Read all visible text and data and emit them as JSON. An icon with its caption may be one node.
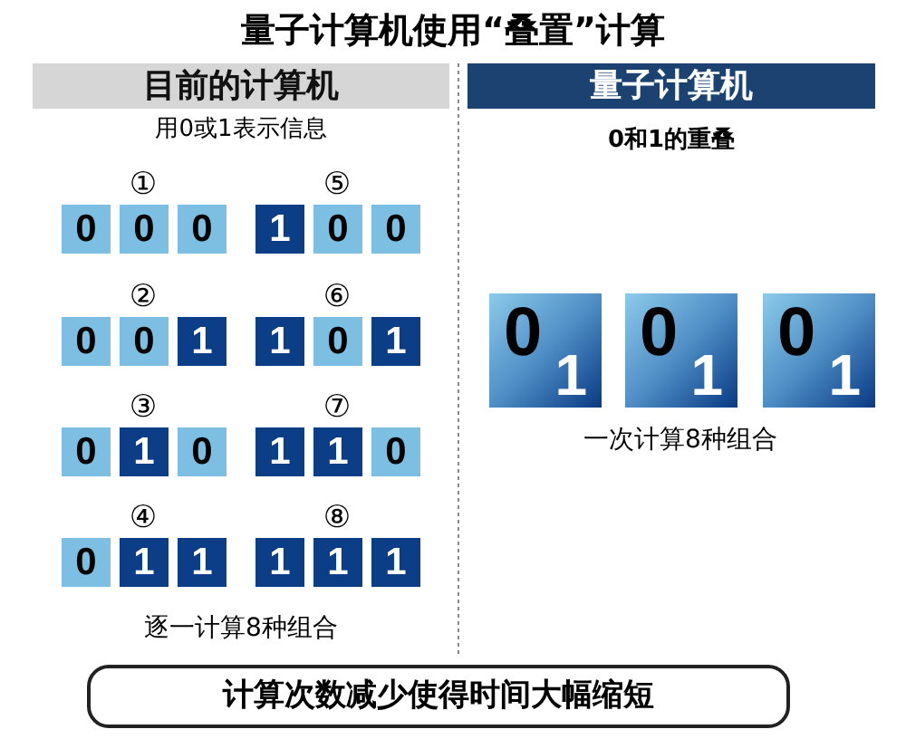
{
  "diagram": {
    "title": "量子计算机使用“叠置”计算",
    "nodes": [
      {
        "text": [
          "目前的计算机"
        ]
      },
      {
        "text": [
          "量子计算机"
        ]
      },
      {
        "text": [
          "0"
        ]
      },
      {
        "text": [
          "0"
        ]
      },
      {
        "text": [
          "0"
        ]
      },
      {
        "text": [
          "1"
        ]
      },
      {
        "text": [
          "0"
        ]
      },
      {
        "text": [
          "0"
        ]
      },
      {
        "text": [
          "0"
        ]
      },
      {
        "text": [
          "0"
        ]
      },
      {
        "text": [
          "1"
        ]
      },
      {
        "text": [
          "1"
        ]
      },
      {
        "text": [
          "0"
        ]
      },
      {
        "text": [
          "1"
        ]
      },
      {
        "text": [
          "0"
        ]
      },
      {
        "text": [
          "1"
        ]
      },
      {
        "text": [
          "0"
        ]
      },
      {
        "text": [
          "1"
        ]
      },
      {
        "text": [
          "1"
        ]
      },
      {
        "text": [
          "0"
        ]
      },
      {
        "text": [
          "0"
        ]
      },
      {
        "text": [
          "1"
        ]
      },
      {
        "text": [
          "1"
        ]
      },
      {
        "text": [
          "1"
        ]
      },
      {
        "text": [
          "1"
        ]
      },
      {
        "text": [
          "1"
        ]
      },
      {
        "text": [
          "0",
          "1"
        ]
      },
      {
        "text": [
          "0",
          "1"
        ]
      },
      {
        "text": [
          "0",
          "1"
        ]
      },
      {
        "text": [
          "计算次数减少使得时间大幅缩短"
        ]
      }
    ],
    "labels": [
      "用0或1表示信息",
      "0和1的重叠",
      "①",
      "⑤",
      "②",
      "⑥",
      "③",
      "⑦",
      "④",
      "⑧",
      "一次计算8种组合",
      "逐一计算8种组合"
    ]
  }
}
